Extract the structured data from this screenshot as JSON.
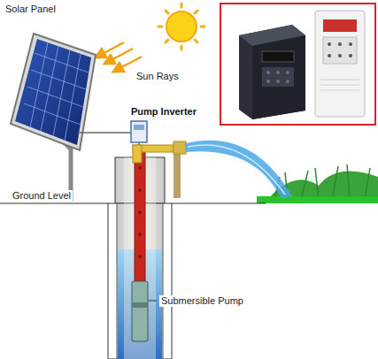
{
  "diagram": {
    "labels": [
      "Solar Panel",
      "Sun Rays",
      "Pump Inverter",
      "Ground Level",
      "Submersible Pump"
    ]
  }
}
